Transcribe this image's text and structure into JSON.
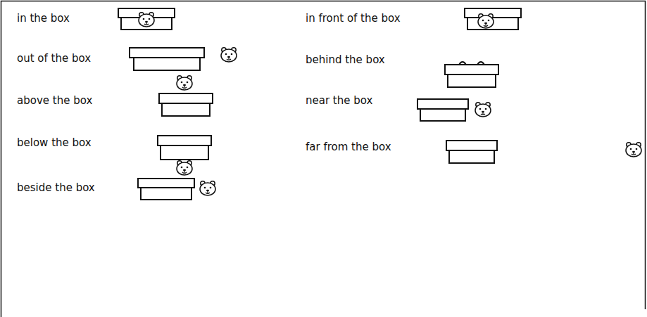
{
  "diagram": {
    "labels": [
      "in the box",
      "in front of the box",
      "out of the box",
      "behind the box",
      "above the box",
      "near the box",
      "below the box",
      "far from the box",
      "beside the box"
    ]
  }
}
